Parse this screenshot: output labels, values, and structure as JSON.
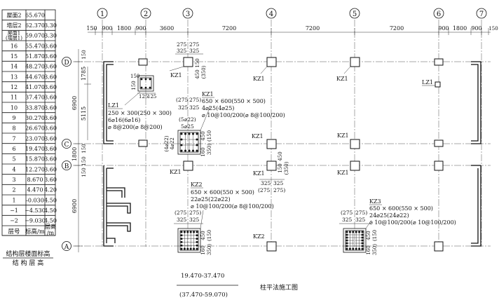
{
  "floor_table": {
    "rows": [
      {
        "floor": "屋面2",
        "elev": "65.670",
        "height": ""
      },
      {
        "floor": "塔层2",
        "elev": "62.370",
        "height": "3.30"
      },
      {
        "floor": "屋面1",
        "floor2": "(塔层1)",
        "elev": "59.070",
        "height": "3.30"
      },
      {
        "floor": "16",
        "elev": "55.470",
        "height": "3.60"
      },
      {
        "floor": "15",
        "elev": "51.870",
        "height": "3.60"
      },
      {
        "floor": "14",
        "elev": "48.270",
        "height": "3.60"
      },
      {
        "floor": "13",
        "elev": "44.670",
        "height": "3.60"
      },
      {
        "floor": "12",
        "elev": "41.070",
        "height": "3.60"
      },
      {
        "floor": "11",
        "elev": "37.470",
        "height": "3.60"
      },
      {
        "floor": "10",
        "elev": "33.870",
        "height": "3.60"
      },
      {
        "floor": "9",
        "elev": "30.270",
        "height": "3.60"
      },
      {
        "floor": "8",
        "elev": "26.670",
        "height": "3.60"
      },
      {
        "floor": "7",
        "elev": "23.070",
        "height": "3.60"
      },
      {
        "floor": "6",
        "elev": "19.470",
        "height": "3.60"
      },
      {
        "floor": "5",
        "elev": "15.870",
        "height": "3.60"
      },
      {
        "floor": "4",
        "elev": "12.270",
        "height": "3.60"
      },
      {
        "floor": "3",
        "elev": "8.670",
        "height": "3.60"
      },
      {
        "floor": "2",
        "elev": "4.470",
        "height": "4.20"
      },
      {
        "floor": "1",
        "elev": "-0.030",
        "height": "4.50"
      },
      {
        "floor": "−1",
        "elev": "−4.530",
        "height": "4.50"
      },
      {
        "floor": "−2",
        "elev": "−9.030",
        "height": "4.50"
      }
    ],
    "header": {
      "floor": "层号",
      "elev": "标高/m",
      "height_top": "层高",
      "height_bottom": "/m"
    },
    "caption1": "结构层楼面标高",
    "caption2": "结 构 层 高"
  },
  "axes_x": [
    "1",
    "2",
    "3",
    "4",
    "5",
    "6",
    "7"
  ],
  "axes_y": [
    "D",
    "C",
    "B",
    "A"
  ],
  "dims_top": [
    "150",
    "900",
    "1800",
    "900",
    "3600",
    "7200",
    "7200",
    "7200",
    "900",
    "1800",
    "900",
    "150"
  ],
  "dims_left": {
    "d_c": "6900",
    "c_b": "1800",
    "b_a": "6900",
    "inner1": "1785",
    "inner2": "5115",
    "s150a": "150",
    "s150b": "150",
    "s150c": "150",
    "s150d": "150"
  },
  "labels": {
    "kz1": "KZ1",
    "kz2": "KZ2",
    "kz3": "KZ3",
    "lz1": "LZ1",
    "dim275": "275",
    "dim325": "325",
    "dim450": "450",
    "dim350": "(350)",
    "dim150": "150",
    "dim160": "160",
    "dim150p": "(150",
    "dim350p": "350)",
    "dim125": "125",
    "paren275": "(275",
    "paren275b": "275)",
    "lz1_d1": "150",
    "lz1_d2": "150"
  },
  "lz1_spec": [
    "LZ1",
    "250 × 300(250 × 300)",
    "6⌀16(6⌀16)",
    "⌀ 8@200(⌀ 8@200)"
  ],
  "kz1_spec": [
    "KZ1",
    "650 × 600(550 × 500)",
    "4⌀25(4⌀25)",
    "⌀ 10@100/200(⌀ 8@100/200)"
  ],
  "kz1_side": [
    "(5⌀22)",
    "5⌀25",
    "(4⌀22)",
    "4⌀22"
  ],
  "kz2_spec": [
    "KZ2",
    "650 × 600(550 × 500)",
    "22⌀25(22⌀22)",
    "⌀ 10@100/200(⌀ 8@100/200)"
  ],
  "kz3_spec": [
    "KZ3",
    "650 × 600(550 × 500)",
    "24⌀25(24⌀22)",
    "⌀ 10@100/200(⌀ 10@100/200)"
  ],
  "footer": {
    "range1": "19.470-37.470",
    "range2": "(37.470-59.070)",
    "title": "柱平法施工图"
  }
}
